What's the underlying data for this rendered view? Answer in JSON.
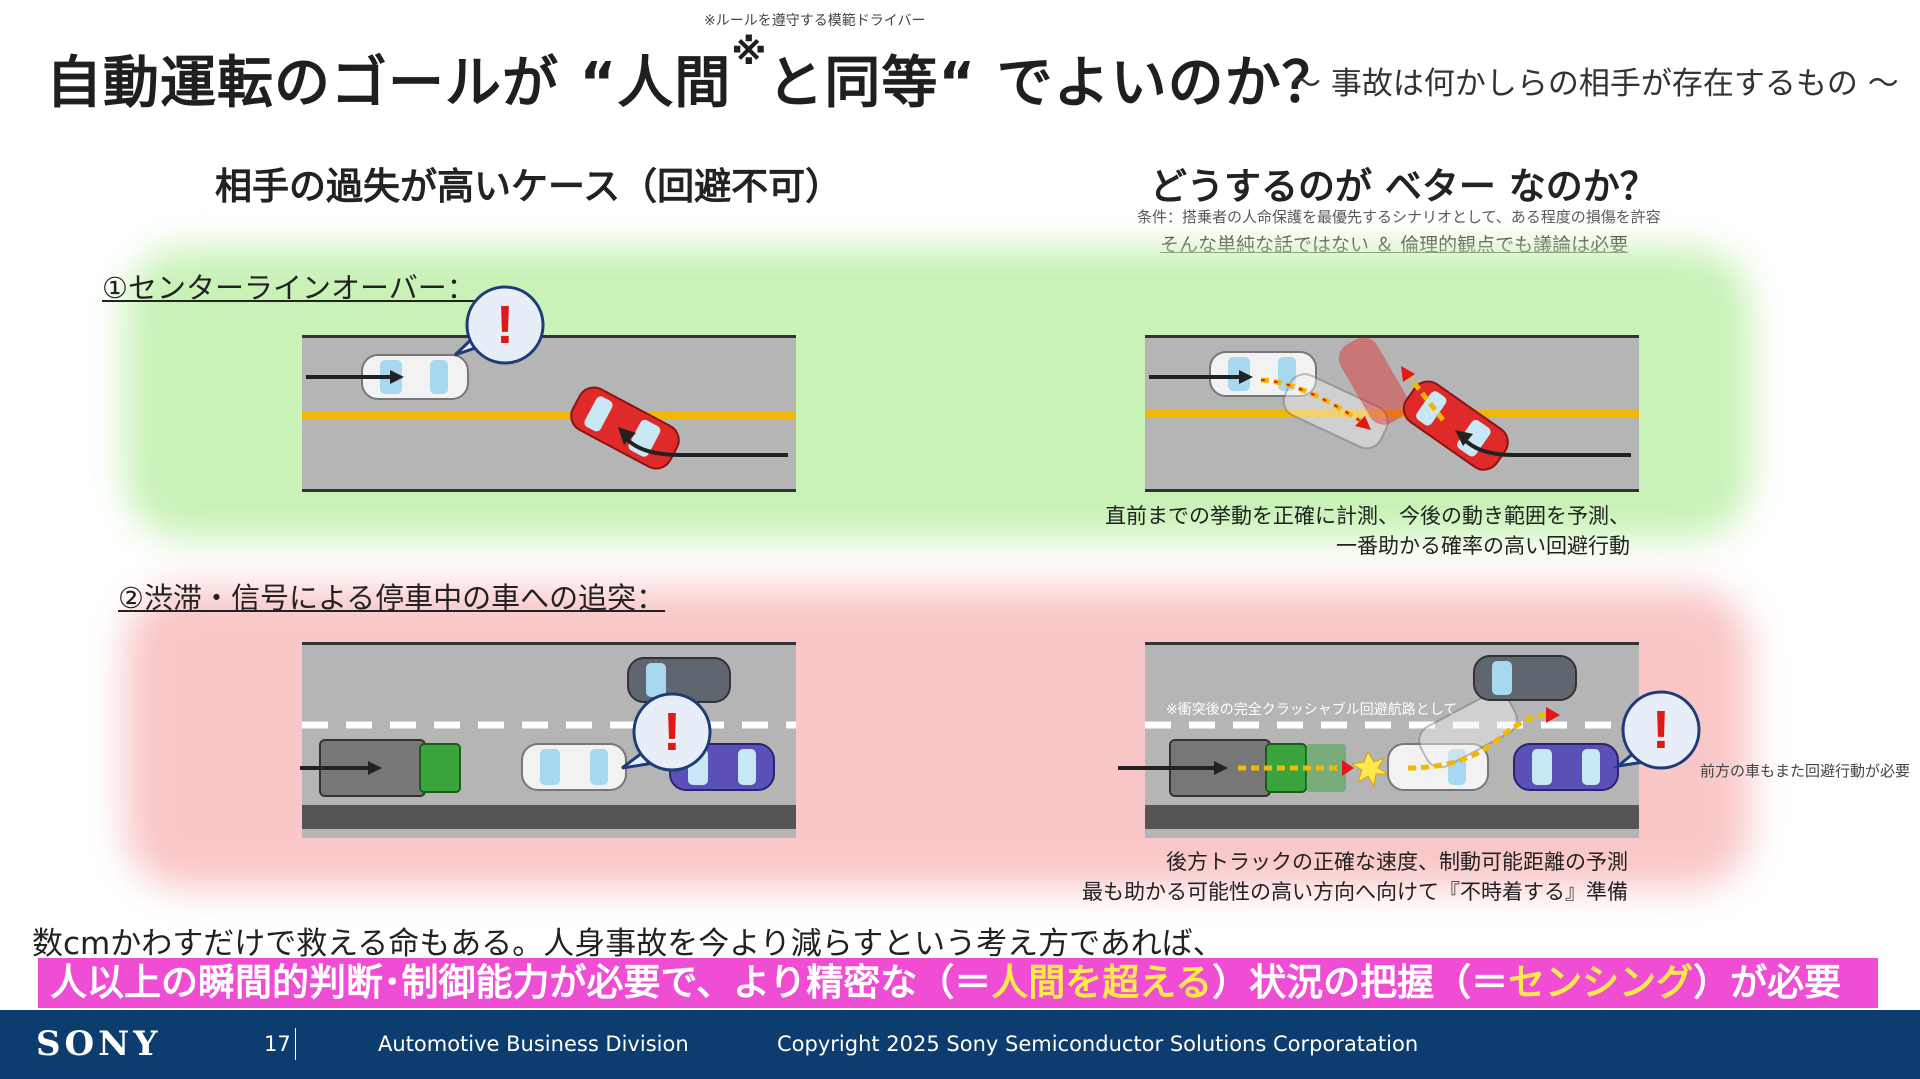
{
  "header": {
    "footnote": "※ルールを遵守する模範ドライバー",
    "title_part1": "自動運転のゴールが “人間",
    "title_mark": "※",
    "title_part2": "と同等“ でよいのか？",
    "subtitle": "～ 事故は何かしらの相手が存在するもの ～"
  },
  "left_heading": "相手の過失が高いケース（回避不可）",
  "right_heading": "どうするのが ベター なのか？",
  "condition_note": "条件：搭乗者の人命保護を最優先するシナリオとして、ある程度の損傷を許容",
  "condition_note2": "そんな単純な話ではない ＆ 倫理的観点でも議論は必要",
  "case1": {
    "label": "①センターラインオーバー：",
    "caption_line1": "直前までの挙動を正確に計測、今後の動き範囲を予測、",
    "caption_line2": "一番助かる確率の高い回避行動"
  },
  "case2": {
    "label": "②渋滞・信号による停車中の車への追突：",
    "scene_note": "※衝突後の完全クラッシャブル回避航路として",
    "side_note": "前方の車もまた回避行動が必要",
    "caption_line1": "後方トラックの正確な速度、制動可能距離の予測",
    "caption_line2": "最も助かる可能性の高い方向へ向けて『不時着する』準備"
  },
  "alert_symbol": "!",
  "bottom": {
    "line1": "数cmかわすだけで救える命もある。人身事故を今より減らすという考え方であれば、",
    "banner_a": "人以上の瞬間的判断･制御能力が必要で、より精密な（＝",
    "banner_b": "人間を超える",
    "banner_c": "）状況の把握（＝",
    "banner_d": "センシング",
    "banner_e": "）が必要"
  },
  "footer": {
    "brand": "SONY",
    "page": "17",
    "division": "Automotive Business Division",
    "copyright": "Copyright 2025 Sony Semiconductor Solutions Corporatation"
  },
  "colors": {
    "road": "#b5b5b5",
    "center_line": "#f2b705",
    "red_car": "#e02a2a",
    "truck_cab": "#3ba33b",
    "purple_car": "#5b4fb8",
    "banner": "#f04dd5",
    "highlight": "#ffe94d",
    "footer": "#0d3d6e"
  }
}
